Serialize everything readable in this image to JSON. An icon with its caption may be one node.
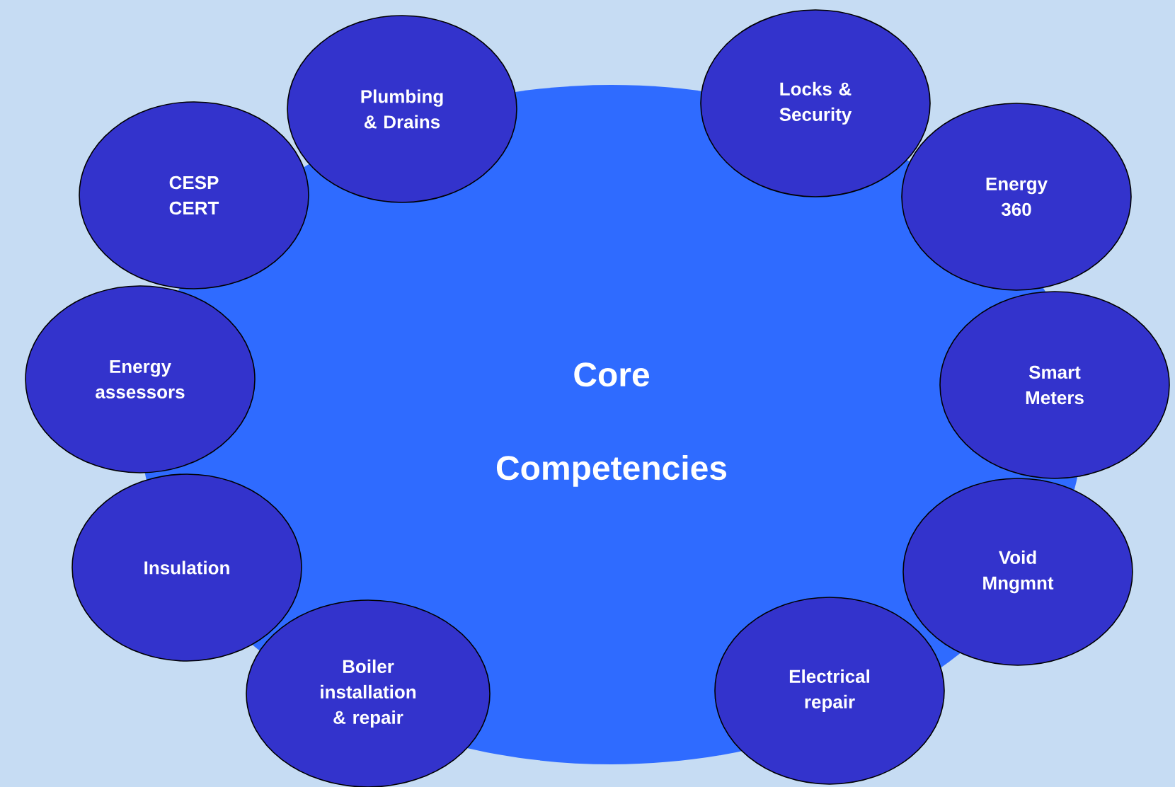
{
  "diagram": {
    "nodes": [
      {
        "text": [
          "Core Competencies"
        ]
      },
      {
        "text": [
          "Plumbing & Drains"
        ]
      },
      {
        "text": [
          "Locks & Security"
        ]
      },
      {
        "text": [
          "CESP CERT"
        ]
      },
      {
        "text": [
          "Energy 360"
        ]
      },
      {
        "text": [
          "Energy assessors"
        ]
      },
      {
        "text": [
          "Smart Meters"
        ]
      },
      {
        "text": [
          "Insulation"
        ]
      },
      {
        "text": [
          "Void Mngmnt"
        ]
      },
      {
        "text": [
          "Boiler installation & repair"
        ]
      },
      {
        "text": [
          "Electrical repair"
        ]
      }
    ]
  }
}
